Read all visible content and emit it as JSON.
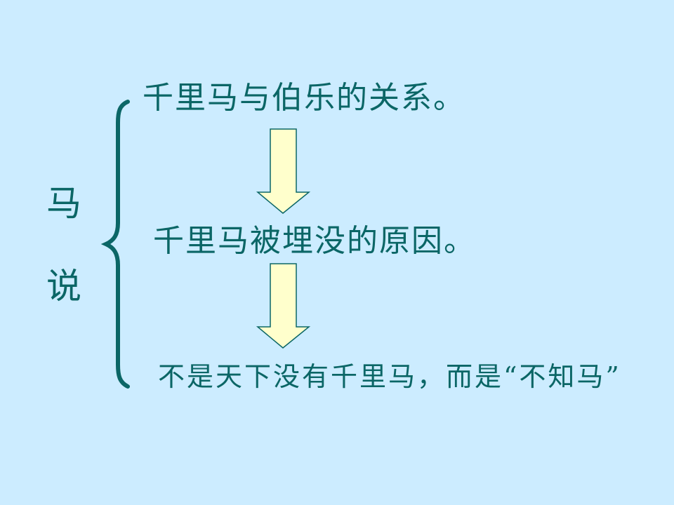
{
  "slide": {
    "background_color": "#CCECFF",
    "text_color": "#0B6666",
    "arrow_fill": "#FFFFCC",
    "title": [
      "马",
      "说"
    ],
    "items": [
      "千里马与伯乐的关系。",
      "千里马被埋没的原因。",
      "不是天下没有千里马，而是“不知马”"
    ],
    "icons": [
      "left-brace",
      "down-arrow",
      "down-arrow"
    ]
  }
}
